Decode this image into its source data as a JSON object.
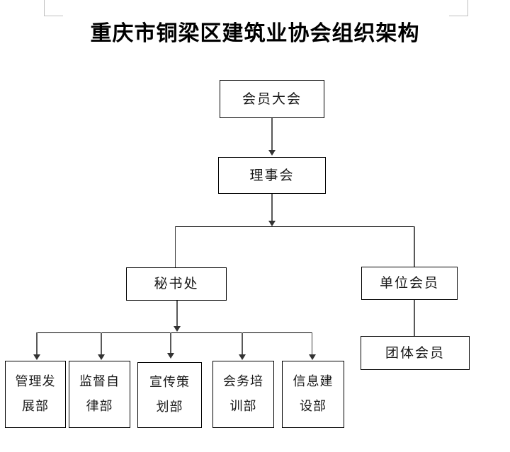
{
  "document": {
    "title": "重庆市铜梁区建筑业协会组织架构",
    "corner_marks": [
      "top-left",
      "top-right"
    ]
  },
  "chart_data": {
    "type": "diagram",
    "diagram_type": "organizational-chart",
    "title": "重庆市铜梁区建筑业协会组织架构",
    "orientation": "top-down",
    "node_shape": "rectangle",
    "colors": {
      "box_border": "#000000",
      "box_fill": "#ffffff",
      "connector": "#595959",
      "text": "#1a1a1a",
      "corner_mark": "#bfbfbf"
    },
    "nodes": [
      {
        "id": "n1",
        "label": "会员大会",
        "level": 1
      },
      {
        "id": "n2",
        "label": "理事会",
        "level": 2
      },
      {
        "id": "n3",
        "label": "秘书处",
        "level": 3
      },
      {
        "id": "n4",
        "label": "单位会员",
        "level": 3
      },
      {
        "id": "n5",
        "label": "团体会员",
        "level": 4
      },
      {
        "id": "d1",
        "label": "管理发展部",
        "level": 4,
        "line1": "管理发",
        "line2": "展部"
      },
      {
        "id": "d2",
        "label": "监督自律部",
        "level": 4,
        "line1": "监督自",
        "line2": "律部"
      },
      {
        "id": "d3",
        "label": "宣传策划部",
        "level": 4,
        "line1": "宣传策",
        "line2": "划部"
      },
      {
        "id": "d4",
        "label": "会务培训部",
        "level": 4,
        "line1": "会务培",
        "line2": "训部"
      },
      {
        "id": "d5",
        "label": "信息建设部",
        "level": 4,
        "line1": "信息建",
        "line2": "设部"
      }
    ],
    "edges": [
      {
        "from": "n1",
        "to": "n2",
        "arrow": true
      },
      {
        "from": "n2",
        "to": "n3",
        "arrow": true
      },
      {
        "from": "n2",
        "to": "n4",
        "arrow": true
      },
      {
        "from": "n4",
        "to": "n5",
        "arrow": false
      },
      {
        "from": "n3",
        "to": "d1",
        "arrow": true
      },
      {
        "from": "n3",
        "to": "d2",
        "arrow": true
      },
      {
        "from": "n3",
        "to": "d3",
        "arrow": true
      },
      {
        "from": "n3",
        "to": "d4",
        "arrow": true
      },
      {
        "from": "n3",
        "to": "d5",
        "arrow": true
      }
    ]
  }
}
